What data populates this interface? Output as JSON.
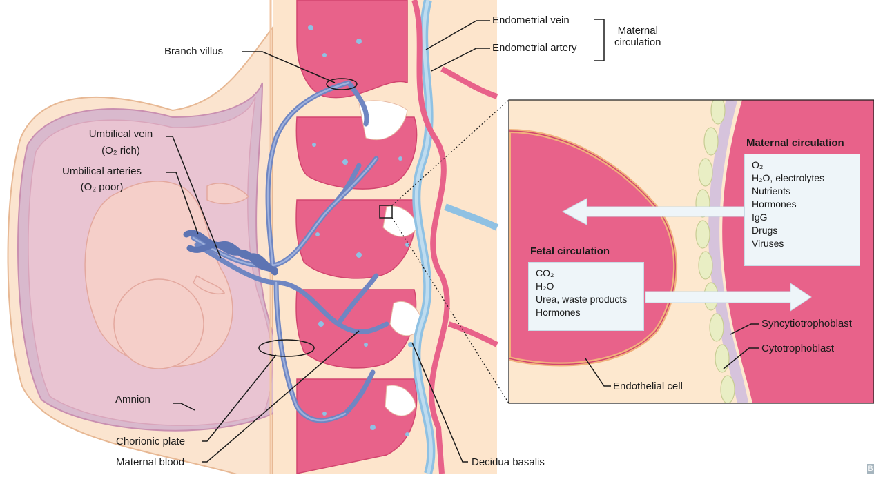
{
  "labels": {
    "branch_villus": "Branch villus",
    "umbilical_vein": "Umbilical vein",
    "umbilical_vein_note": "(O₂ rich)",
    "umbilical_arteries": "Umbilical arteries",
    "umbilical_arteries_note": "(O₂ poor)",
    "amnion": "Amnion",
    "chorionic_plate": "Chorionic plate",
    "maternal_blood": "Maternal blood",
    "decidua_basalis": "Decidua basalis",
    "endometrial_vein": "Endometrial vein",
    "endometrial_artery": "Endometrial artery",
    "maternal_circulation_bracket": "Maternal\ncirculation",
    "syncytiotrophoblast": "Syncytiotrophoblast",
    "cytotrophoblast": "Cytotrophoblast",
    "endothelial_cell": "Endothelial cell"
  },
  "maternal_panel": {
    "title": "Maternal circulation",
    "items": [
      "O₂",
      "H₂O, electrolytes",
      "Nutrients",
      "Hormones",
      "IgG",
      "Drugs",
      "Viruses"
    ]
  },
  "fetal_panel": {
    "title": "Fetal circulation",
    "items": [
      "CO₂",
      "H₂O",
      "Urea, waste products",
      "Hormones"
    ]
  },
  "colors": {
    "maternal_red": "#e85a7a",
    "fetal_blue": "#6f86c2",
    "vein_blue": "#8fc1e3",
    "amnion_fill": "#dcc8d6",
    "placenta_bg": "#fde8cf",
    "trophoblast": "#e9eec4"
  },
  "corner_mark": "B"
}
